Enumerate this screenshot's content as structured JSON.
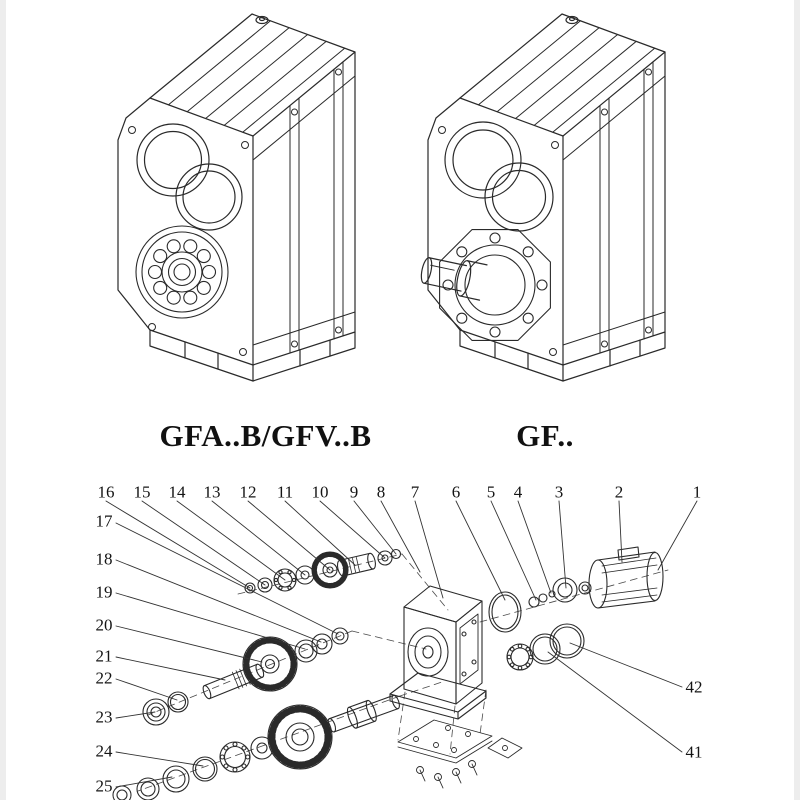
{
  "figures": {
    "left_label": "GFA..B/GFV..B",
    "right_label": "GF.."
  },
  "exploded": {
    "top_row": [
      "16",
      "15",
      "14",
      "13",
      "12",
      "11",
      "10",
      "9",
      "8",
      "7",
      "6",
      "5",
      "4",
      "3",
      "2",
      "1"
    ],
    "left_col": [
      "17",
      "18",
      "19",
      "20",
      "21",
      "22",
      "23",
      "24",
      "25"
    ],
    "right_col": [
      "42",
      "41"
    ]
  },
  "colors": {
    "line": "#2a2a2a",
    "text": "#141414",
    "background": "#ffffff"
  }
}
